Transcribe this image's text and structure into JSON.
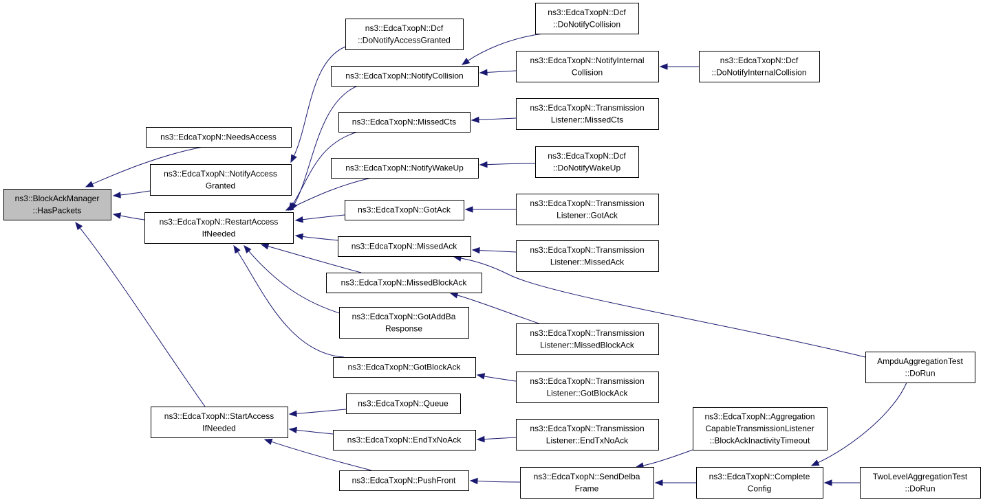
{
  "graph": {
    "colors": {
      "edge": "#191970",
      "root_fill": "#bfbfbf",
      "node_fill": "#ffffff",
      "node_border": "#000000"
    },
    "nodes": [
      {
        "id": "root",
        "lines": [
          "ns3::BlockAckManager",
          "::HasPackets"
        ],
        "highlighted": true
      },
      {
        "id": "needsAccess",
        "lines": [
          "ns3::EdcaTxopN::NeedsAccess"
        ]
      },
      {
        "id": "notifyAccessGranted",
        "lines": [
          "ns3::EdcaTxopN::NotifyAccess",
          "Granted"
        ]
      },
      {
        "id": "restartAccess",
        "lines": [
          "ns3::EdcaTxopN::RestartAccess",
          "IfNeeded"
        ]
      },
      {
        "id": "startAccess",
        "lines": [
          "ns3::EdcaTxopN::StartAccess",
          "IfNeeded"
        ]
      },
      {
        "id": "dcfDoNotifyAccessGranted",
        "lines": [
          "ns3::EdcaTxopN::Dcf",
          "::DoNotifyAccessGranted"
        ]
      },
      {
        "id": "notifyCollision",
        "lines": [
          "ns3::EdcaTxopN::NotifyCollision"
        ]
      },
      {
        "id": "missedCts",
        "lines": [
          "ns3::EdcaTxopN::MissedCts"
        ]
      },
      {
        "id": "notifyWakeUp",
        "lines": [
          "ns3::EdcaTxopN::NotifyWakeUp"
        ]
      },
      {
        "id": "gotAck",
        "lines": [
          "ns3::EdcaTxopN::GotAck"
        ]
      },
      {
        "id": "missedAck",
        "lines": [
          "ns3::EdcaTxopN::MissedAck"
        ]
      },
      {
        "id": "missedBlockAck",
        "lines": [
          "ns3::EdcaTxopN::MissedBlockAck"
        ]
      },
      {
        "id": "gotAddBa",
        "lines": [
          "ns3::EdcaTxopN::GotAddBa",
          "Response"
        ]
      },
      {
        "id": "gotBlockAck",
        "lines": [
          "ns3::EdcaTxopN::GotBlockAck"
        ]
      },
      {
        "id": "queue",
        "lines": [
          "ns3::EdcaTxopN::Queue"
        ]
      },
      {
        "id": "endTxNoAck",
        "lines": [
          "ns3::EdcaTxopN::EndTxNoAck"
        ]
      },
      {
        "id": "pushFront",
        "lines": [
          "ns3::EdcaTxopN::PushFront"
        ]
      },
      {
        "id": "dcfDoNotifyCollision",
        "lines": [
          "ns3::EdcaTxopN::Dcf",
          "::DoNotifyCollision"
        ]
      },
      {
        "id": "notifyInternalCollision",
        "lines": [
          "ns3::EdcaTxopN::NotifyInternal",
          "Collision"
        ]
      },
      {
        "id": "dcfDoNotifyInternalCollision",
        "lines": [
          "ns3::EdcaTxopN::Dcf",
          "::DoNotifyInternalCollision"
        ]
      },
      {
        "id": "tlMissedCts",
        "lines": [
          "ns3::EdcaTxopN::Transmission",
          "Listener::MissedCts"
        ]
      },
      {
        "id": "dcfDoNotifyWakeUp",
        "lines": [
          "ns3::EdcaTxopN::Dcf",
          "::DoNotifyWakeUp"
        ]
      },
      {
        "id": "tlGotAck",
        "lines": [
          "ns3::EdcaTxopN::Transmission",
          "Listener::GotAck"
        ]
      },
      {
        "id": "tlMissedAck",
        "lines": [
          "ns3::EdcaTxopN::Transmission",
          "Listener::MissedAck"
        ]
      },
      {
        "id": "tlMissedBlockAck",
        "lines": [
          "ns3::EdcaTxopN::Transmission",
          "Listener::MissedBlockAck"
        ]
      },
      {
        "id": "tlGotBlockAck",
        "lines": [
          "ns3::EdcaTxopN::Transmission",
          "Listener::GotBlockAck"
        ]
      },
      {
        "id": "tlEndTxNoAck",
        "lines": [
          "ns3::EdcaTxopN::Transmission",
          "Listener::EndTxNoAck"
        ]
      },
      {
        "id": "sendDelba",
        "lines": [
          "ns3::EdcaTxopN::SendDelba",
          "Frame"
        ]
      },
      {
        "id": "aggInactivity",
        "lines": [
          "ns3::EdcaTxopN::Aggregation",
          "CapableTransmissionListener",
          "::BlockAckInactivityTimeout"
        ]
      },
      {
        "id": "completeConfig",
        "lines": [
          "ns3::EdcaTxopN::Complete",
          "Config"
        ]
      },
      {
        "id": "ampduTest",
        "lines": [
          "AmpduAggregationTest",
          "::DoRun"
        ]
      },
      {
        "id": "twoLevelTest",
        "lines": [
          "TwoLevelAggregationTest",
          "::DoRun"
        ]
      }
    ],
    "edges": [
      {
        "from": "needsAccess",
        "to": "root"
      },
      {
        "from": "notifyAccessGranted",
        "to": "root"
      },
      {
        "from": "restartAccess",
        "to": "root"
      },
      {
        "from": "startAccess",
        "to": "root"
      },
      {
        "from": "dcfDoNotifyAccessGranted",
        "to": "notifyAccessGranted"
      },
      {
        "from": "notifyCollision",
        "to": "restartAccess"
      },
      {
        "from": "missedCts",
        "to": "restartAccess"
      },
      {
        "from": "notifyWakeUp",
        "to": "restartAccess"
      },
      {
        "from": "gotAck",
        "to": "restartAccess"
      },
      {
        "from": "missedAck",
        "to": "restartAccess"
      },
      {
        "from": "missedBlockAck",
        "to": "restartAccess"
      },
      {
        "from": "gotAddBa",
        "to": "restartAccess"
      },
      {
        "from": "gotBlockAck",
        "to": "restartAccess"
      },
      {
        "from": "dcfDoNotifyCollision",
        "to": "notifyCollision"
      },
      {
        "from": "notifyInternalCollision",
        "to": "notifyCollision"
      },
      {
        "from": "dcfDoNotifyInternalCollision",
        "to": "notifyInternalCollision"
      },
      {
        "from": "tlMissedCts",
        "to": "missedCts"
      },
      {
        "from": "dcfDoNotifyWakeUp",
        "to": "notifyWakeUp"
      },
      {
        "from": "tlGotAck",
        "to": "gotAck"
      },
      {
        "from": "tlMissedAck",
        "to": "missedAck"
      },
      {
        "from": "ampduTest",
        "to": "missedAck"
      },
      {
        "from": "tlMissedBlockAck",
        "to": "missedBlockAck"
      },
      {
        "from": "tlGotBlockAck",
        "to": "gotBlockAck"
      },
      {
        "from": "queue",
        "to": "startAccess"
      },
      {
        "from": "endTxNoAck",
        "to": "startAccess"
      },
      {
        "from": "pushFront",
        "to": "startAccess"
      },
      {
        "from": "tlEndTxNoAck",
        "to": "endTxNoAck"
      },
      {
        "from": "sendDelba",
        "to": "pushFront"
      },
      {
        "from": "aggInactivity",
        "to": "sendDelba"
      },
      {
        "from": "completeConfig",
        "to": "sendDelba"
      },
      {
        "from": "ampduTest",
        "to": "completeConfig"
      },
      {
        "from": "twoLevelTest",
        "to": "completeConfig"
      }
    ]
  }
}
